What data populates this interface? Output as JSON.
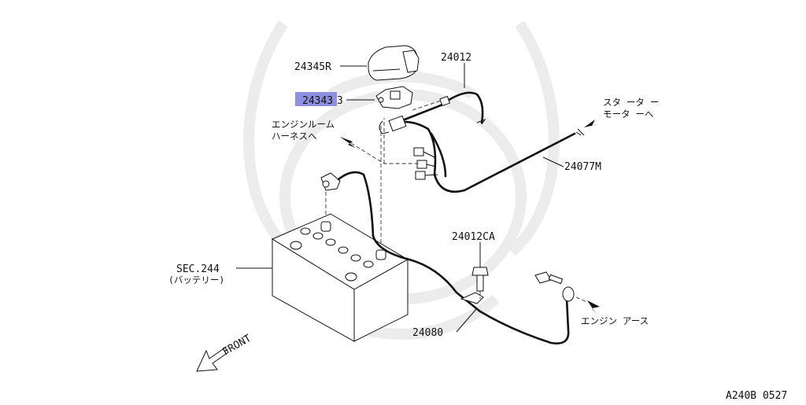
{
  "parts": {
    "p24345R": "24345R",
    "p24343": "24343",
    "p24012": "24012",
    "p24077M": "24077M",
    "p24012CA": "24012CA",
    "p24080": "24080",
    "sec244": "SEC.244",
    "battery_note": "(バッテリー)"
  },
  "highlight_color": "#8f8fe0",
  "destinations": {
    "engine_room_1": "エンジンルーム",
    "engine_room_2": "ハーネスへ",
    "starter_1": "スタ ータ ー",
    "starter_2": "モータ ーへ",
    "engine_earth": "エンジン アース"
  },
  "front_label": "FRONT",
  "figure_code": "A240B 0527"
}
